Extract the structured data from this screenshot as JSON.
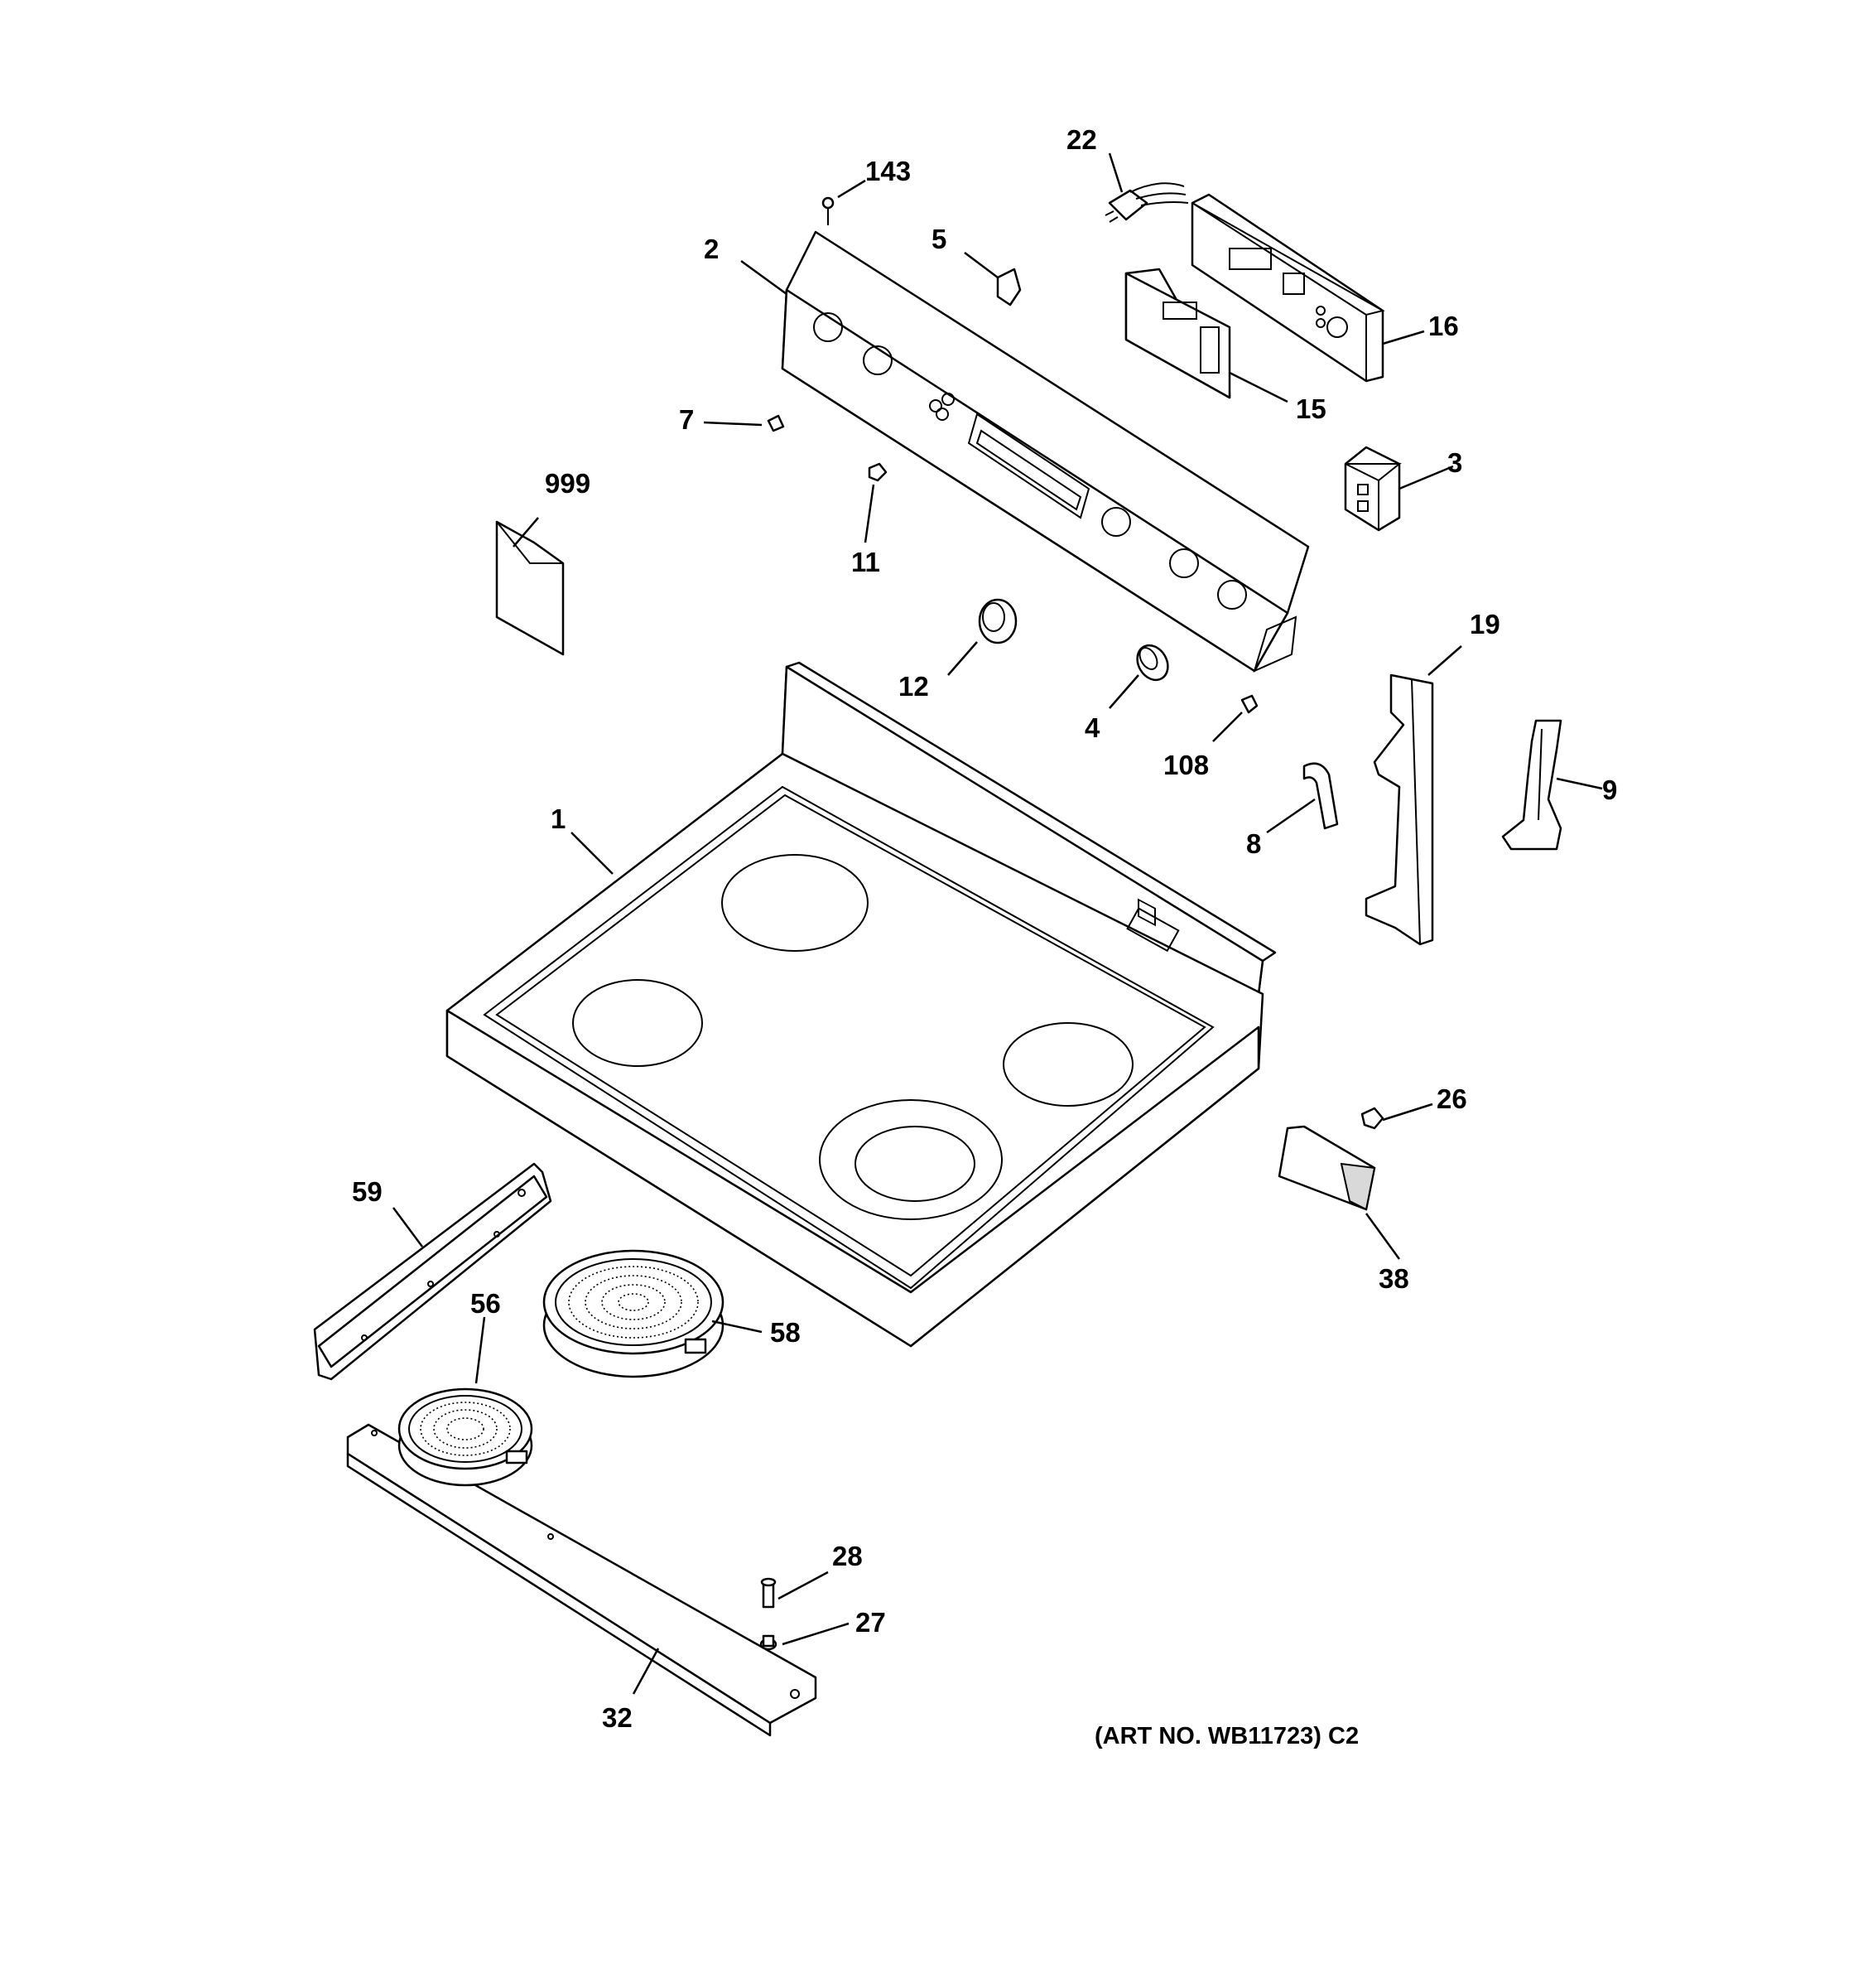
{
  "diagram": {
    "art_number": "(ART NO. WB11723) C2",
    "callouts": {
      "p1": "1",
      "p2": "2",
      "p3": "3",
      "p4": "4",
      "p5": "5",
      "p7": "7",
      "p8": "8",
      "p9": "9",
      "p11": "11",
      "p12": "12",
      "p15": "15",
      "p16": "16",
      "p19": "19",
      "p22": "22",
      "p26": "26",
      "p27": "27",
      "p28": "28",
      "p32": "32",
      "p38": "38",
      "p56": "56",
      "p58": "58",
      "p59": "59",
      "p108": "108",
      "p143": "143",
      "p999": "999"
    }
  },
  "colors": {
    "ink": "#000000",
    "paper": "#ffffff"
  }
}
